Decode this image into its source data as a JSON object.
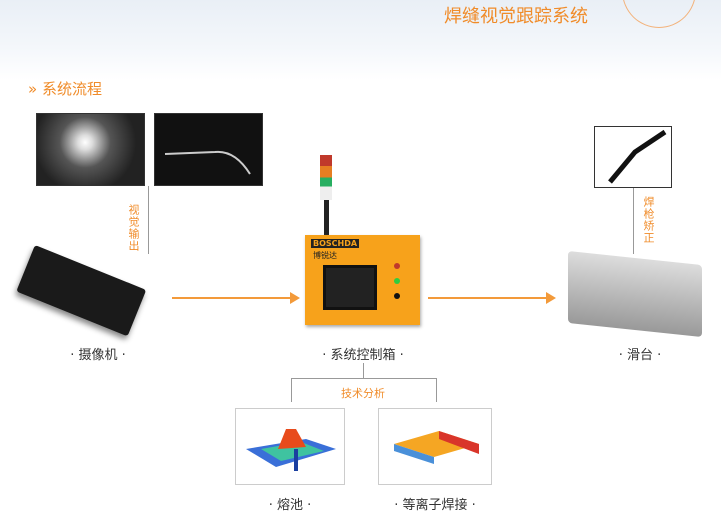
{
  "header": {
    "title": "焊缝视觉跟踪系统"
  },
  "section": {
    "icon": "double-chevron-right-icon",
    "title": "系统流程"
  },
  "flow": {
    "camera_output_label": "视觉输出",
    "gun_correction_label": "焊枪矫正",
    "camera_caption": "· 摄像机 ·",
    "controller_caption": "· 系统控制箱 ·",
    "slide_caption": "· 滑台 ·",
    "controller_brand": "BOSCHDA",
    "controller_brand_cn": "博锐达",
    "analysis_label": "技术分析",
    "melt_pool_caption": "· 熔池 ·",
    "plasma_caption": "· 等离子焊接 ·"
  },
  "colors": {
    "accent": "#f08c2a",
    "box": "#f7a21b"
  }
}
